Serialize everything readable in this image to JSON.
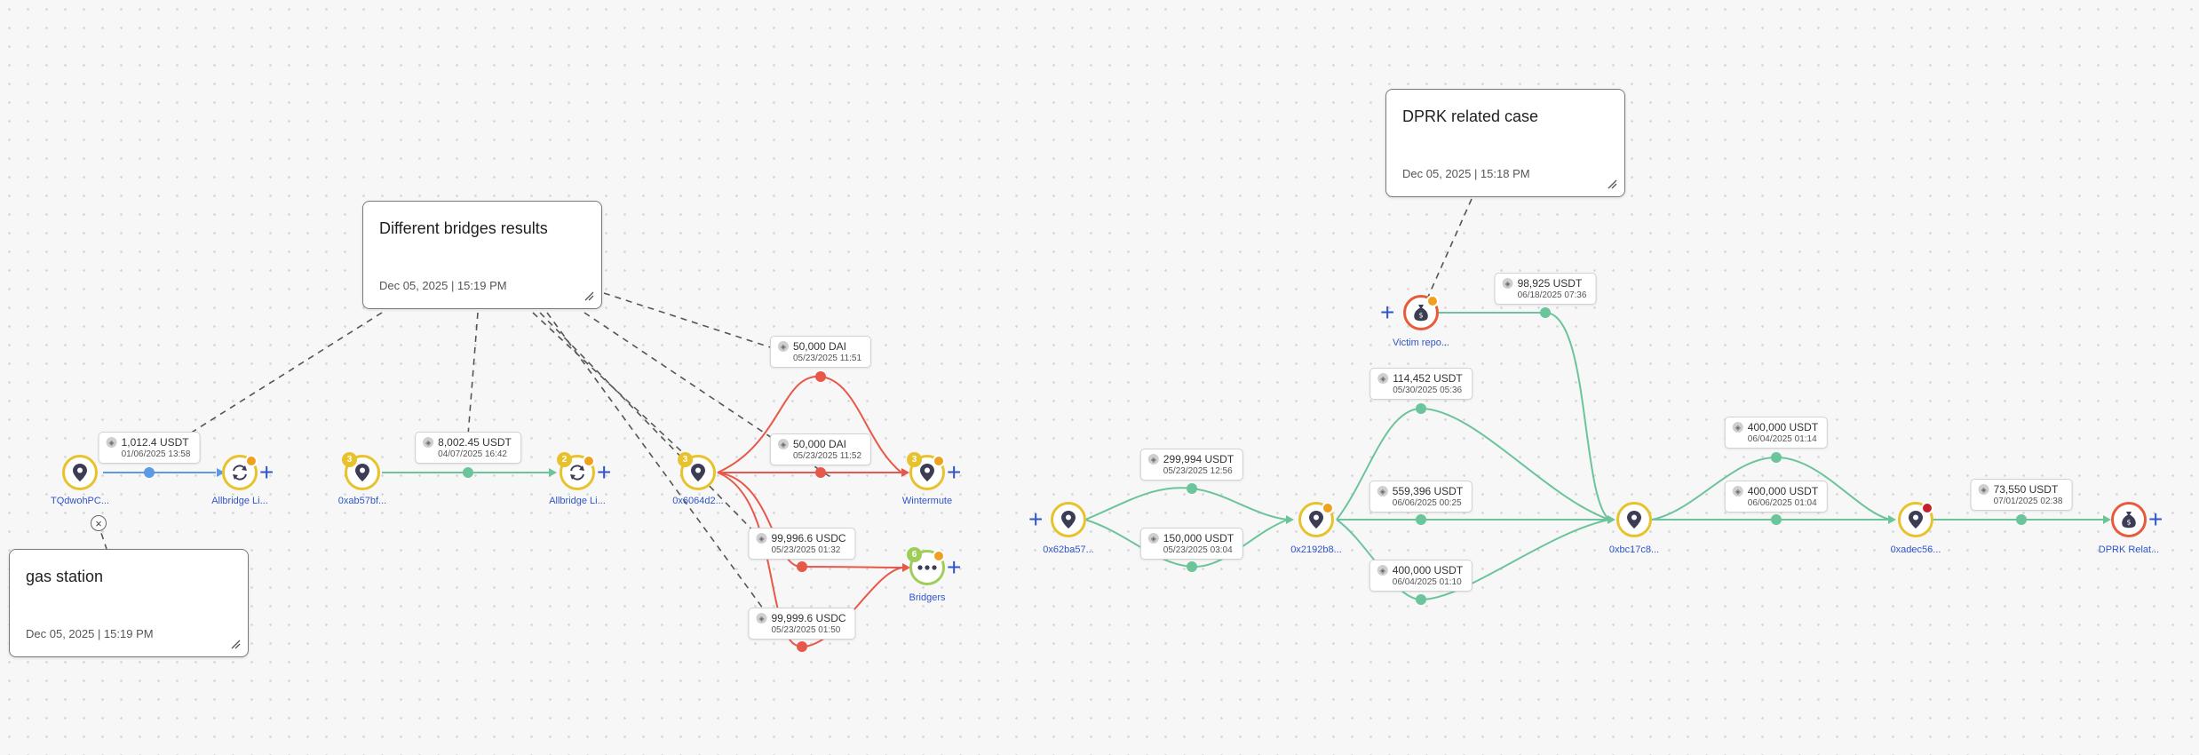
{
  "notes": {
    "bridges": {
      "title": "Different bridges results",
      "date": "Dec 05, 2025 | 15:19 PM"
    },
    "dprk": {
      "title": "DPRK related case",
      "date": "Dec 05, 2025 | 15:18 PM"
    },
    "gas": {
      "title": "gas station",
      "date": "Dec 05, 2025 | 15:19 PM"
    }
  },
  "nodes": {
    "tqdwoh": {
      "label": "TQdwohPC..."
    },
    "allbridge1": {
      "label": "Allbridge Li..."
    },
    "oxab57": {
      "label": "0xab57bf...",
      "count": "3"
    },
    "allbridge2": {
      "label": "Allbridge Li...",
      "count": "2"
    },
    "ox6064": {
      "label": "0x6064d2...",
      "count": "3"
    },
    "wintermute": {
      "label": "Wintermute",
      "count": "3"
    },
    "bridgers": {
      "label": "Bridgers",
      "count": "6"
    },
    "ox62ba": {
      "label": "0x62ba57..."
    },
    "ox2192": {
      "label": "0x2192b8..."
    },
    "victim": {
      "label": "Victim repo..."
    },
    "oxbc17": {
      "label": "0xbc17c8..."
    },
    "oxadec": {
      "label": "0xadec56..."
    },
    "dprk": {
      "label": "DPRK Relat..."
    }
  },
  "transfers": [
    {
      "amount": "1,012.4 USDT",
      "date": "01/06/2025 13:58"
    },
    {
      "amount": "8,002.45 USDT",
      "date": "04/07/2025 16:42"
    },
    {
      "amount": "50,000 DAI",
      "date": "05/23/2025 11:51"
    },
    {
      "amount": "50,000 DAI",
      "date": "05/23/2025 11:52"
    },
    {
      "amount": "99,996.6 USDC",
      "date": "05/23/2025 01:32"
    },
    {
      "amount": "99,999.6 USDC",
      "date": "05/23/2025 01:50"
    },
    {
      "amount": "299,994 USDT",
      "date": "05/23/2025 12:56"
    },
    {
      "amount": "150,000 USDT",
      "date": "05/23/2025 03:04"
    },
    {
      "amount": "98,925 USDT",
      "date": "06/18/2025 07:36"
    },
    {
      "amount": "114,452 USDT",
      "date": "05/30/2025 05:36"
    },
    {
      "amount": "559,396 USDT",
      "date": "06/06/2025 00:25"
    },
    {
      "amount": "400,000 USDT",
      "date": "06/04/2025 01:10"
    },
    {
      "amount": "400,000 USDT",
      "date": "06/04/2025 01:14"
    },
    {
      "amount": "400,000 USDT",
      "date": "06/06/2025 01:04"
    },
    {
      "amount": "73,550 USDT",
      "date": "07/01/2025 02:38"
    }
  ],
  "colors": {
    "green_edge": "#6cc49a",
    "red_edge": "#e8584a",
    "blue_edge": "#5b9be6",
    "node_yellow": "#e8c22c",
    "node_red": "#e85a3c",
    "node_green": "#9fcd5a",
    "link_blue": "#2f55c9"
  },
  "icons": {
    "address": "map-pin-icon",
    "bridge": "bridge-swap-icon",
    "victim": "money-bag-icon",
    "group": "more-dots-icon",
    "token": "token-coin-icon",
    "add": "plus-icon",
    "close": "close-icon",
    "resize": "resize-handle-icon"
  }
}
